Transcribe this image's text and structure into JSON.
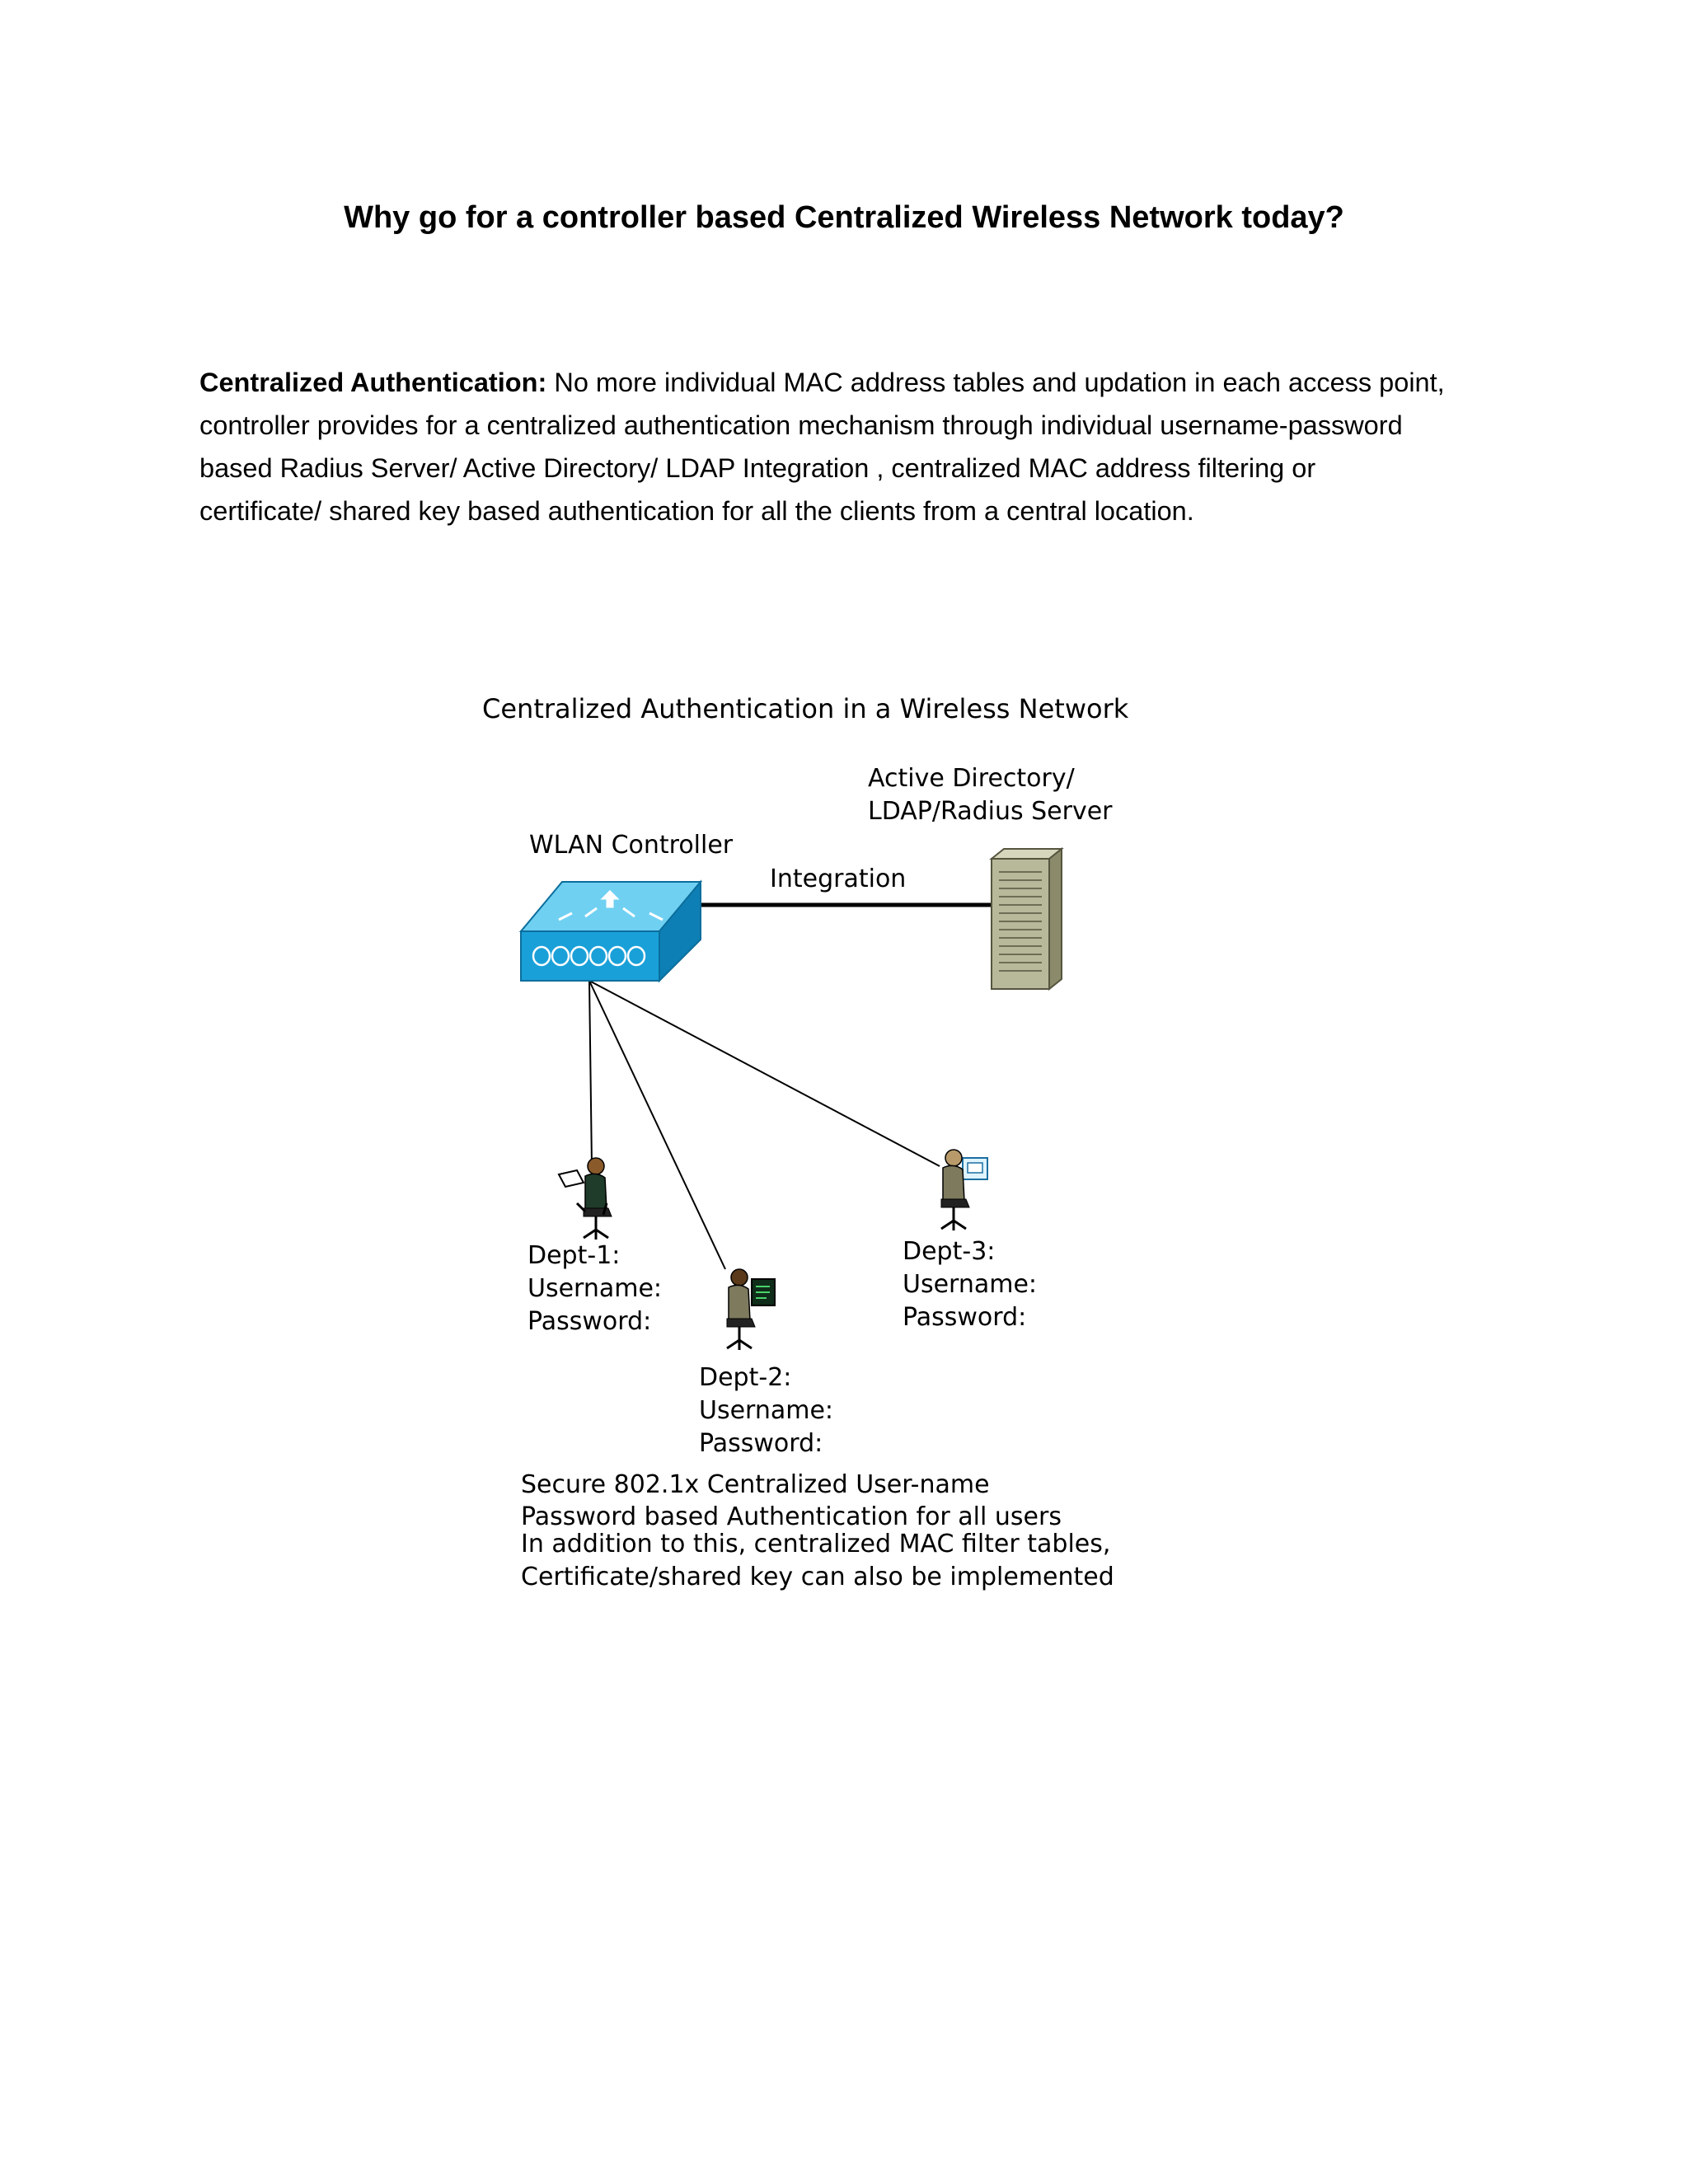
{
  "title": "Why go for a controller based Centralized Wireless Network today?",
  "section": {
    "heading": "Centralized Authentication:",
    "lines": [
      " No more individual MAC address tables and updation in each access point,",
      "controller provides for a centralized authentication mechanism through individual username-password",
      "based Radius Server/ Active Directory/ LDAP Integration , centralized MAC address filtering or",
      "certificate/ shared key based authentication for all the clients from a central location."
    ]
  },
  "diagram": {
    "title": "Centralized Authentication in a Wireless Network",
    "server_label": [
      "Active Directory/",
      "LDAP/Radius Server"
    ],
    "controller_label": "WLAN Controller",
    "link_label": "Integration",
    "clients": [
      {
        "lines": [
          "Dept-1:",
          "Username:",
          "Password:"
        ]
      },
      {
        "lines": [
          "Dept-2:",
          "Username:",
          "Password:"
        ]
      },
      {
        "lines": [
          "Dept-3:",
          "Username:",
          "Password:"
        ]
      }
    ],
    "footer": [
      "Secure 802.1x Centralized User-name",
      "Password based Authentication for all users",
      "In addition to this, centralized MAC filter tables,",
      "Certificate/shared key can also be implemented"
    ],
    "colors": {
      "controller": "#1aa0d8",
      "server": "#b8b89a",
      "line": "#000000"
    }
  }
}
